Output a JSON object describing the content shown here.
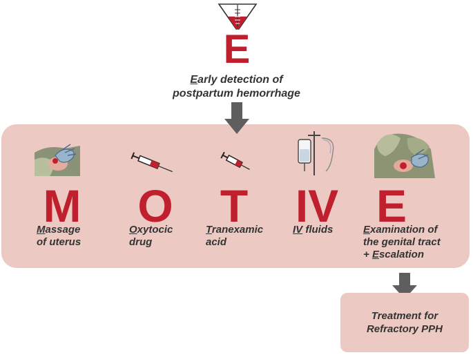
{
  "colors": {
    "accent_red": "#c0202d",
    "panel_fill": "#ecc9c3",
    "arrow_gray": "#5e5e5e",
    "text_dark": "#333333"
  },
  "top": {
    "icon": "blood-collection-drape-icon",
    "letter": "E",
    "caption_line1_initial": "E",
    "caption_line1_rest": "arly detection of",
    "caption_line2": "postpartum hemorrhage"
  },
  "steps": [
    {
      "icon": "uterine-massage-icon",
      "letter": "M",
      "initial": "M",
      "line1_rest": "assage",
      "line2": "of uterus"
    },
    {
      "icon": "syringe-icon",
      "letter": "O",
      "initial": "O",
      "line1_rest": "xytocic",
      "line2": "drug"
    },
    {
      "icon": "syringe-icon",
      "letter": "T",
      "initial": "T",
      "line1_rest": "ranexamic",
      "line2": "acid"
    },
    {
      "icon": "iv-drip-icon",
      "letter": "IV",
      "initial": "IV",
      "line1_rest": " fluids",
      "line2": ""
    },
    {
      "icon": "genital-exam-icon",
      "letter": "E",
      "initial": "E",
      "line1_rest": "xamination of",
      "line2": "the genital tract",
      "line3_prefix": "+ ",
      "line3_initial": "E",
      "line3_rest": "scalation"
    }
  ],
  "refractory": {
    "line1": "Treatment for",
    "line2": "Refractory PPH"
  }
}
